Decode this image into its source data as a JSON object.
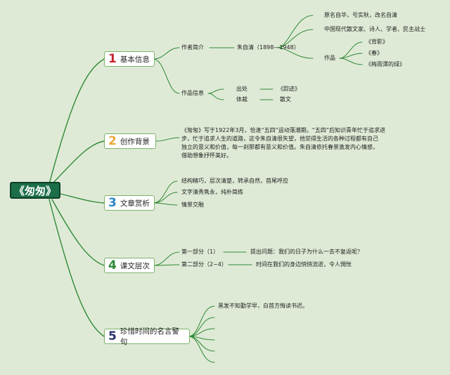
{
  "root": {
    "label": "《匆匆》"
  },
  "colors": {
    "branch": "#2f8a38",
    "root_bg": "#1b6e48",
    "node1": "#c6262e",
    "node2": "#e9a93a",
    "node3": "#2d86c6",
    "node4": "#2f8a38",
    "node5": "#28336e"
  },
  "nodes": [
    {
      "num": "1",
      "label": "基本信息",
      "color": "#c6262e"
    },
    {
      "num": "2",
      "label": "创作背景",
      "color": "#e9a93a"
    },
    {
      "num": "3",
      "label": "文章赏析",
      "color": "#2d86c6"
    },
    {
      "num": "4",
      "label": "课文层次",
      "color": "#2f8a38"
    },
    {
      "num": "5",
      "label": "珍惜时间的名言警句",
      "color": "#28336e"
    }
  ],
  "basic": {
    "author_intro": "作者简介",
    "author": "朱自清（1898—1948）",
    "facts": [
      "原名自华，号实秋，改名自清",
      "中国现代散文家、诗人、学者、民主战士"
    ],
    "works_label": "作品",
    "works": [
      "《背影》",
      "《春》",
      "《梅雨潭的绿》"
    ],
    "work_info": "作品信息",
    "source_label": "出处",
    "source": "《踪迹》",
    "genre_label": "体裁",
    "genre": "散文"
  },
  "background": {
    "lines": [
      "《匆匆》写于1922年3月，恰逢“五四”运动落潮期。“五四”后知识青年忙于追求进",
      "步，忙于追求人生的道路，这令朱自清很失望，他觉得生活的各种过程都有自己",
      "独立的意义和价值，每一刹那都有意义和价值。朱自清依托春景激发内心情感，",
      "借助想象抒怀美好。"
    ]
  },
  "appreciation": {
    "items": [
      "结构精巧，层次清楚，转承自然，首尾呼应",
      "文字清秀隽永，纯朴简练",
      "情景交融"
    ]
  },
  "structure": {
    "parts": [
      {
        "label": "第一部分（1）",
        "desc": "提出问题：我们的日子为什么一去不复返呢？"
      },
      {
        "label": "第二部分（2~4）",
        "desc": "时间在我们的身边悄悄流逝，令人惆怅"
      }
    ]
  },
  "quotes": {
    "items": [
      "黑发不知勤学早，白首方悔读书迟。"
    ]
  }
}
